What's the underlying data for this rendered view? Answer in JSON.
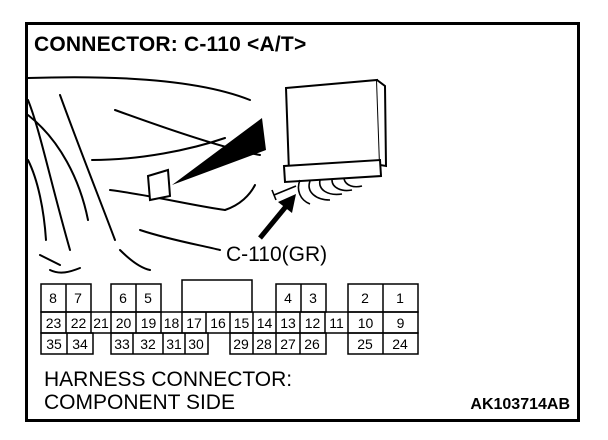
{
  "title": "CONNECTOR: C-110 <A/T>",
  "callout_label": "C-110(GR)",
  "footer": {
    "line1": "HARNESS CONNECTOR:",
    "line2": "COMPONENT SIDE"
  },
  "figure_code": "AK103714AB",
  "connector": {
    "row1": [
      "8",
      "7",
      "6",
      "5",
      "4",
      "3",
      "2",
      "1"
    ],
    "row2": [
      "23",
      "22",
      "21",
      "20",
      "19",
      "18",
      "17",
      "16",
      "15",
      "14",
      "13",
      "12",
      "11",
      "10",
      "9"
    ],
    "row3": [
      "35",
      "34",
      "33",
      "32",
      "31",
      "30",
      "29",
      "28",
      "27",
      "26",
      "25",
      "24"
    ]
  }
}
